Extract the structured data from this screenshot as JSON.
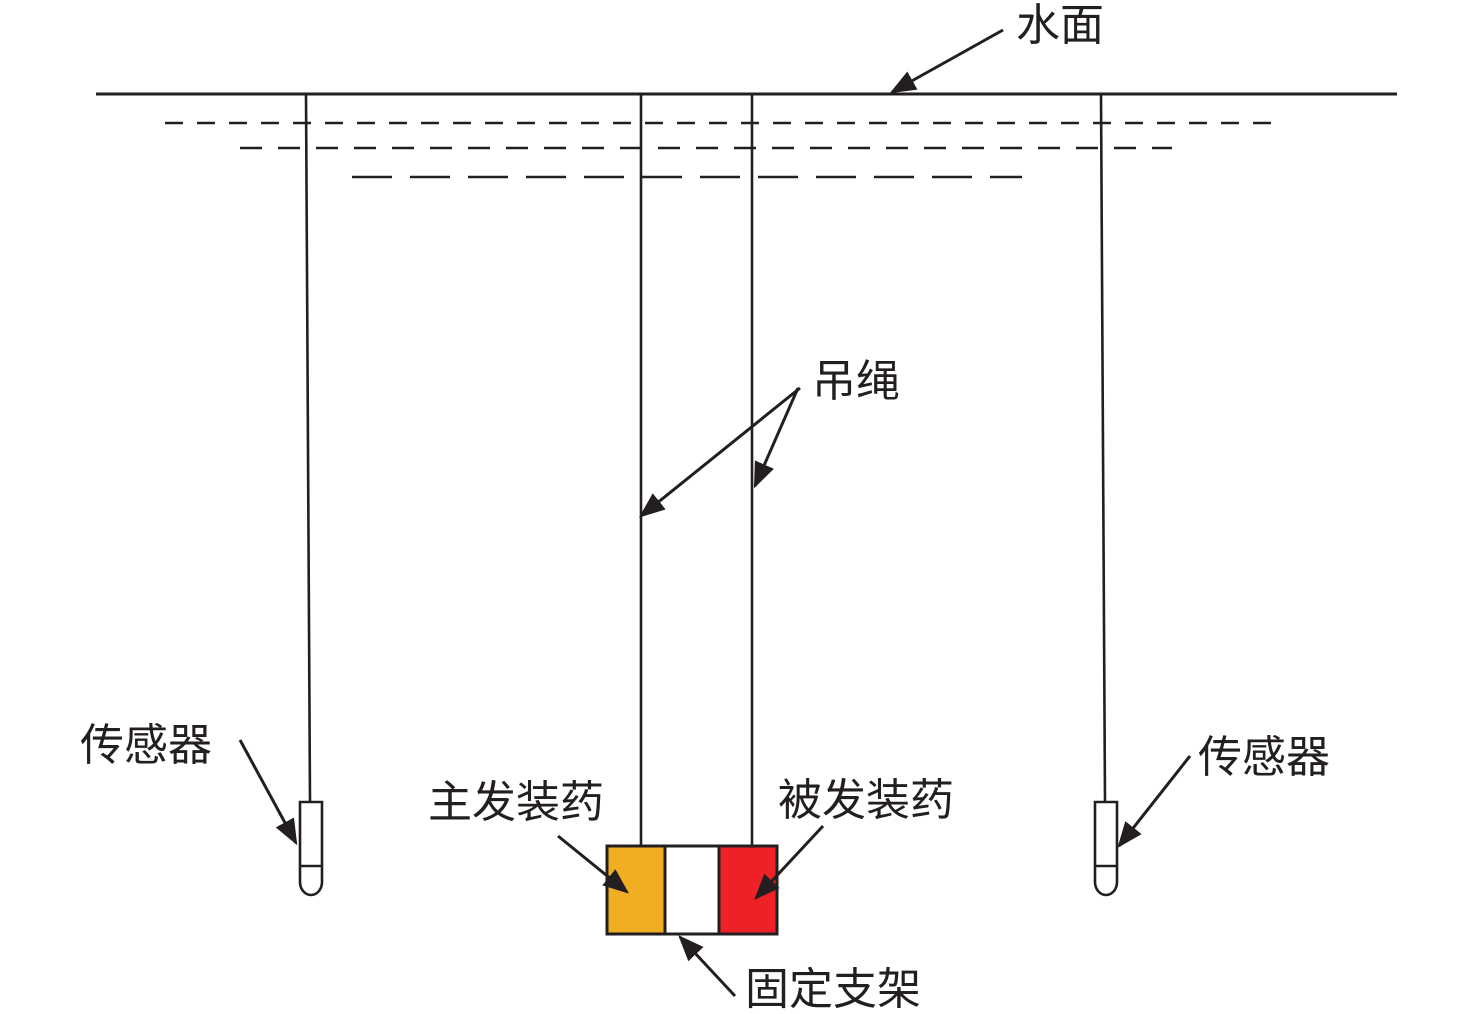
{
  "labels": {
    "water_surface": "水面",
    "rope": "吊绳",
    "sensor_left": "传感器",
    "sensor_right": "传感器",
    "main_charge": "主发装药",
    "passive_charge": "被发装药",
    "bracket": "固定支架"
  },
  "colors": {
    "main_charge": "#f0ae22",
    "bracket_middle": "#ffffff",
    "passive_charge": "#ee2127",
    "line": "#231f20"
  }
}
